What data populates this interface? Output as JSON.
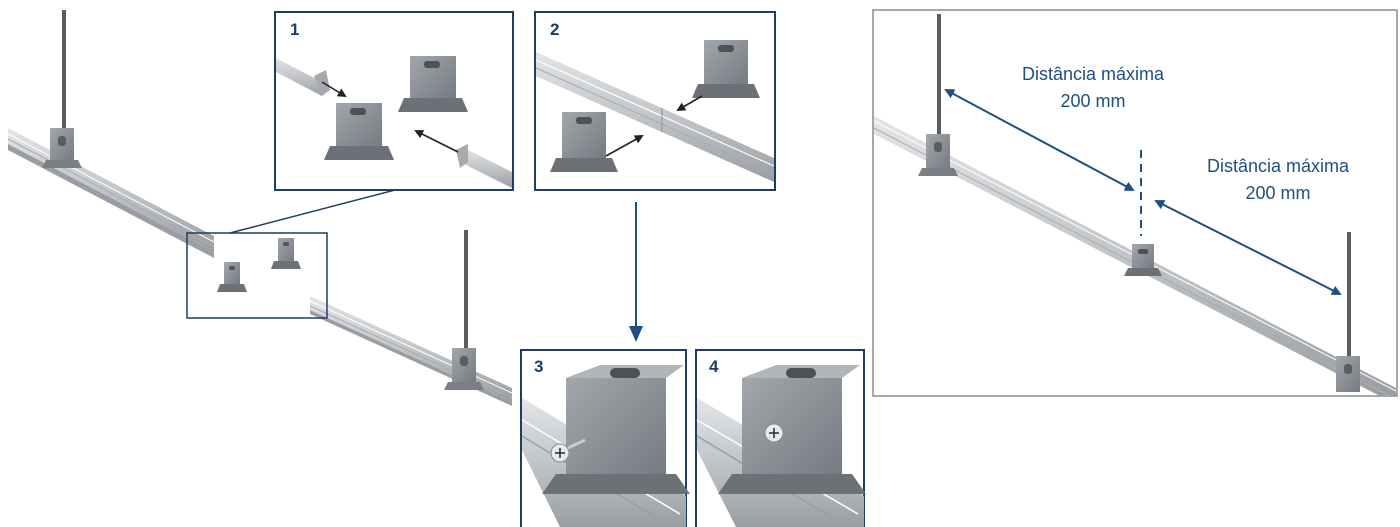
{
  "panels": {
    "step1": {
      "number": "1"
    },
    "step2": {
      "number": "2"
    },
    "step3": {
      "number": "3"
    },
    "step4": {
      "number": "4"
    }
  },
  "dimensions": {
    "left": {
      "line1": "Distância máxima",
      "line2": "200 mm"
    },
    "right": {
      "line1": "Distância máxima",
      "line2": "200 mm"
    }
  },
  "colors": {
    "frame": "#1f3c64",
    "arrow": "#1f4f82",
    "dim_text": "#1f4f82",
    "rail_light": "#d4d6d8",
    "rail_mid": "#b7babd",
    "rail_dark": "#8e9295",
    "bracket": "#8a8f95",
    "bracket_dark": "#6c7177",
    "rod": "#5a5e62",
    "right_frame": "#8c8c8c"
  }
}
